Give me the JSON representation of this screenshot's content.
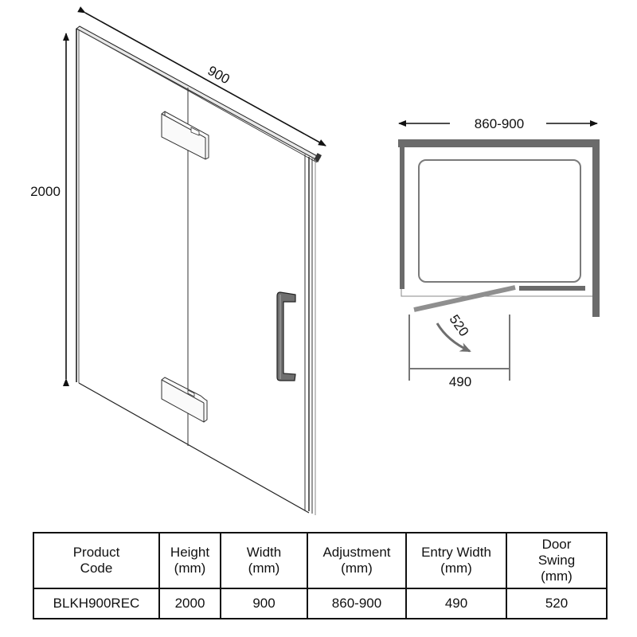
{
  "diagram": {
    "elevation": {
      "height_label": "2000",
      "width_label": "900"
    },
    "plan": {
      "overall_width_label": "860-900",
      "door_swing_label": "520",
      "entry_width_label": "490"
    },
    "colors": {
      "line": "#111111",
      "plan_wall": "#6b6b6b",
      "plan_tray": "#7a7a7a",
      "door_glass": "#8f8f8f",
      "handle": "#777777"
    }
  },
  "table": {
    "headers": [
      {
        "line1": "Product",
        "line2": "Code",
        "line3": ""
      },
      {
        "line1": "Height",
        "line2": "(mm)",
        "line3": ""
      },
      {
        "line1": "Width",
        "line2": "(mm)",
        "line3": ""
      },
      {
        "line1": "Adjustment",
        "line2": "(mm)",
        "line3": ""
      },
      {
        "line1": "Entry Width",
        "line2": "(mm)",
        "line3": ""
      },
      {
        "line1": "Door",
        "line2": "Swing",
        "line3": "(mm)"
      }
    ],
    "rows": [
      [
        "BLKH900REC",
        "2000",
        "900",
        "860-900",
        "490",
        "520"
      ]
    ]
  }
}
